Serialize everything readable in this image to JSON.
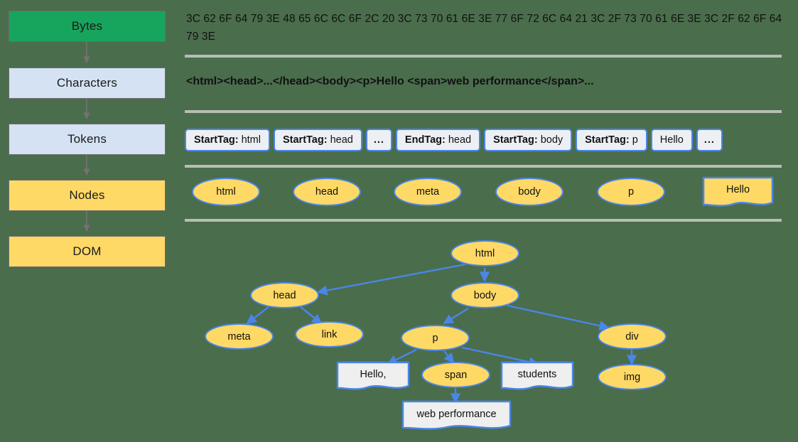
{
  "colors": {
    "background": "#4a6d4c",
    "green_box": "#17a45c",
    "blue_box": "#d4e2f3",
    "gold_box": "#ffd966",
    "node_border": "#4a86e8",
    "divider": "#b7bdb7",
    "note_fill": "#efefef"
  },
  "pipeline": {
    "steps": [
      {
        "label": "Bytes",
        "style": "green"
      },
      {
        "label": "Characters",
        "style": "blue"
      },
      {
        "label": "Tokens",
        "style": "blue"
      },
      {
        "label": "Nodes",
        "style": "gold"
      },
      {
        "label": "DOM",
        "style": "gold"
      }
    ]
  },
  "bytes": {
    "text": "3C 62 6F 64 79 3E 48 65 6C 6C 6F 2C 20 3C 73 70 61 6E 3E 77 6F 72 6C 64 21 3C 2F 73 70 61 6E 3E 3C 2F 62 6F 64 79 3E"
  },
  "characters": {
    "text": "<html><head>...</head><body><p>Hello <span>web performance</span>..."
  },
  "tokens": {
    "items": [
      {
        "kind": "StartTag",
        "value": "html"
      },
      {
        "kind": "StartTag",
        "value": "head"
      },
      {
        "kind": "",
        "value": "..."
      },
      {
        "kind": "EndTag",
        "value": "head"
      },
      {
        "kind": "StartTag",
        "value": "body"
      },
      {
        "kind": "StartTag",
        "value": "p"
      },
      {
        "kind": "",
        "value": "Hello"
      },
      {
        "kind": "",
        "value": "..."
      }
    ]
  },
  "nodes": {
    "items": [
      {
        "label": "html",
        "shape": "ellipse"
      },
      {
        "label": "head",
        "shape": "ellipse"
      },
      {
        "label": "meta",
        "shape": "ellipse"
      },
      {
        "label": "body",
        "shape": "ellipse"
      },
      {
        "label": "p",
        "shape": "ellipse"
      },
      {
        "label": "Hello",
        "shape": "note-gold"
      }
    ]
  },
  "dom_tree": {
    "nodes": [
      {
        "id": "html",
        "label": "html",
        "shape": "ellipse"
      },
      {
        "id": "head",
        "label": "head",
        "shape": "ellipse"
      },
      {
        "id": "body",
        "label": "body",
        "shape": "ellipse"
      },
      {
        "id": "meta",
        "label": "meta",
        "shape": "ellipse"
      },
      {
        "id": "link",
        "label": "link",
        "shape": "ellipse"
      },
      {
        "id": "p",
        "label": "p",
        "shape": "ellipse"
      },
      {
        "id": "div",
        "label": "div",
        "shape": "ellipse"
      },
      {
        "id": "hello",
        "label": "Hello,",
        "shape": "note-white"
      },
      {
        "id": "span",
        "label": "span",
        "shape": "ellipse"
      },
      {
        "id": "stud",
        "label": "students",
        "shape": "note-white"
      },
      {
        "id": "img",
        "label": "img",
        "shape": "ellipse"
      },
      {
        "id": "webp",
        "label": "web performance",
        "shape": "note-white"
      }
    ],
    "edges": [
      [
        "html",
        "head"
      ],
      [
        "html",
        "body"
      ],
      [
        "head",
        "meta"
      ],
      [
        "head",
        "link"
      ],
      [
        "body",
        "p"
      ],
      [
        "body",
        "div"
      ],
      [
        "p",
        "hello"
      ],
      [
        "p",
        "span"
      ],
      [
        "p",
        "stud"
      ],
      [
        "div",
        "img"
      ],
      [
        "span",
        "webp"
      ]
    ]
  }
}
